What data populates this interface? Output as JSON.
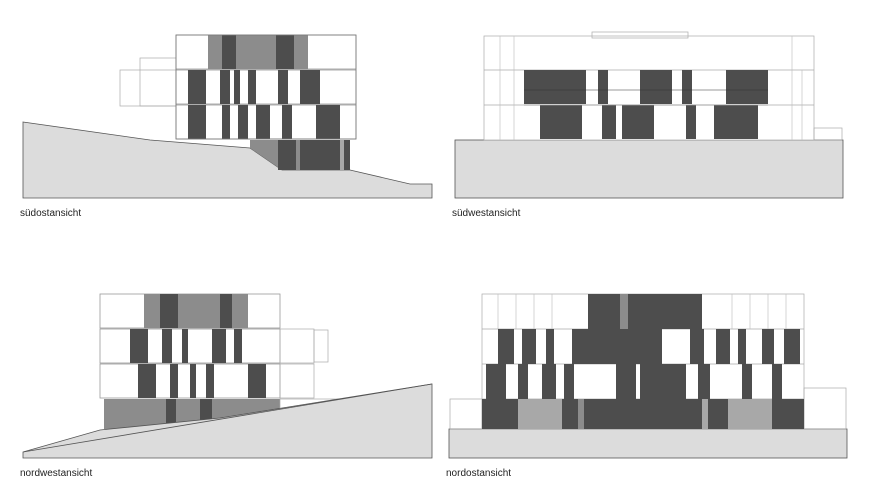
{
  "elevations": [
    {
      "id": "suedost",
      "label": "südostansicht"
    },
    {
      "id": "suedwest",
      "label": "südwestansicht"
    },
    {
      "id": "nordwest",
      "label": "nordwestansicht"
    },
    {
      "id": "nordost",
      "label": "nordostansicht"
    }
  ],
  "colors": {
    "ground": "#dcdcdc",
    "panel_dark": "#4d4d4d",
    "panel_mid": "#8c8c8c",
    "panel_light": "#a8a8a8",
    "line": "#9a9a9a",
    "outline": "#555555"
  }
}
